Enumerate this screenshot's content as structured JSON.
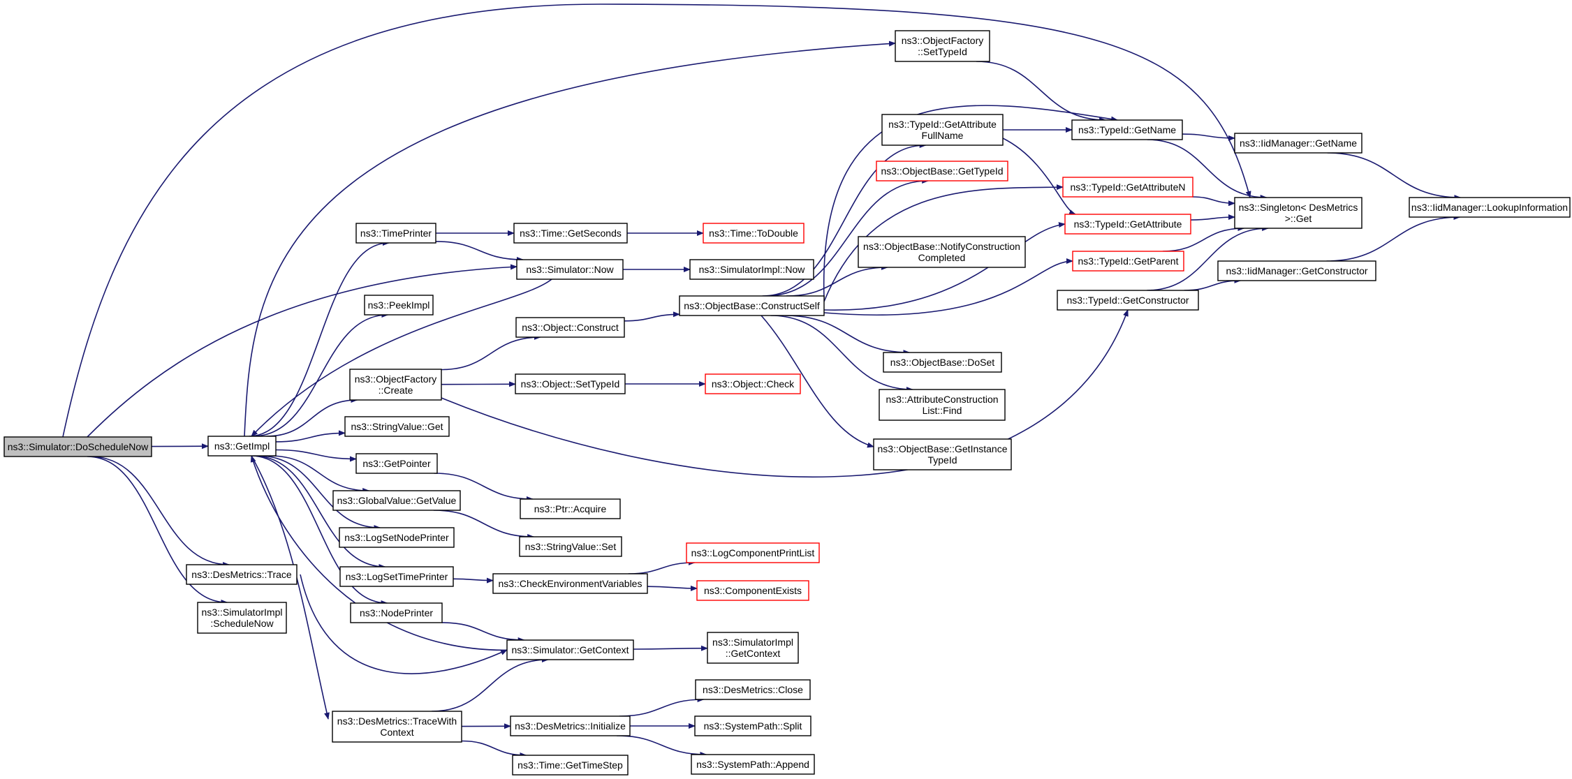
{
  "diagram": {
    "colors": {
      "edge": "#191970",
      "node_border": "#000000",
      "root_fill": "#bfbfbf",
      "truncated_border": "#ff0000",
      "background": "#ffffff"
    },
    "nodes": [
      {
        "id": "do_schedule_now",
        "lines": [
          "ns3::Simulator::DoScheduleNow"
        ],
        "style": "root"
      },
      {
        "id": "get_impl",
        "lines": [
          "ns3::GetImpl"
        ],
        "style": "normal"
      },
      {
        "id": "desmetrics_trace",
        "lines": [
          "ns3::DesMetrics::Trace"
        ],
        "style": "normal"
      },
      {
        "id": "simimpl_schedulenow",
        "lines": [
          "ns3::SimulatorImpl",
          ":ScheduleNow"
        ],
        "style": "normal"
      },
      {
        "id": "objfactory_settypeid",
        "lines": [
          "ns3::ObjectFactory",
          "::SetTypeId"
        ],
        "style": "normal"
      },
      {
        "id": "timeprinter",
        "lines": [
          "ns3::TimePrinter"
        ],
        "style": "normal"
      },
      {
        "id": "peekimpl",
        "lines": [
          "ns3::PeekImpl"
        ],
        "style": "normal"
      },
      {
        "id": "objfactory_create",
        "lines": [
          "ns3::ObjectFactory",
          "::Create"
        ],
        "style": "normal"
      },
      {
        "id": "stringvalue_get",
        "lines": [
          "ns3::StringValue::Get"
        ],
        "style": "normal"
      },
      {
        "id": "getpointer",
        "lines": [
          "ns3::GetPointer"
        ],
        "style": "normal"
      },
      {
        "id": "globalvalue_getvalue",
        "lines": [
          "ns3::GlobalValue::GetValue"
        ],
        "style": "normal"
      },
      {
        "id": "logsetnodeprinter",
        "lines": [
          "ns3::LogSetNodePrinter"
        ],
        "style": "normal"
      },
      {
        "id": "logsettimeprinter",
        "lines": [
          "ns3::LogSetTimePrinter"
        ],
        "style": "normal"
      },
      {
        "id": "nodeprinter",
        "lines": [
          "ns3::NodePrinter"
        ],
        "style": "normal"
      },
      {
        "id": "desmetrics_tracewithcontext",
        "lines": [
          "ns3::DesMetrics::TraceWith",
          "Context"
        ],
        "style": "normal"
      },
      {
        "id": "time_getseconds",
        "lines": [
          "ns3::Time::GetSeconds"
        ],
        "style": "normal"
      },
      {
        "id": "simulator_now",
        "lines": [
          "ns3::Simulator::Now"
        ],
        "style": "normal"
      },
      {
        "id": "object_construct",
        "lines": [
          "ns3::Object::Construct"
        ],
        "style": "normal"
      },
      {
        "id": "object_settypeid",
        "lines": [
          "ns3::Object::SetTypeId"
        ],
        "style": "normal"
      },
      {
        "id": "ptr_acquire",
        "lines": [
          "ns3::Ptr::Acquire"
        ],
        "style": "normal"
      },
      {
        "id": "stringvalue_set",
        "lines": [
          "ns3::StringValue::Set"
        ],
        "style": "normal"
      },
      {
        "id": "checkenvvars",
        "lines": [
          "ns3::CheckEnvironmentVariables"
        ],
        "style": "normal"
      },
      {
        "id": "simulator_getcontext",
        "lines": [
          "ns3::Simulator::GetContext"
        ],
        "style": "normal"
      },
      {
        "id": "desmetrics_initialize",
        "lines": [
          "ns3::DesMetrics::Initialize"
        ],
        "style": "normal"
      },
      {
        "id": "time_gettimestep",
        "lines": [
          "ns3::Time::GetTimeStep"
        ],
        "style": "normal"
      },
      {
        "id": "time_todouble",
        "lines": [
          "ns3::Time::ToDouble"
        ],
        "style": "truncated"
      },
      {
        "id": "simimpl_now",
        "lines": [
          "ns3::SimulatorImpl::Now"
        ],
        "style": "normal"
      },
      {
        "id": "objectbase_constructself",
        "lines": [
          "ns3::ObjectBase::ConstructSelf"
        ],
        "style": "normal"
      },
      {
        "id": "object_check",
        "lines": [
          "ns3::Object::Check"
        ],
        "style": "truncated"
      },
      {
        "id": "logcomponentprintlist",
        "lines": [
          "ns3::LogComponentPrintList"
        ],
        "style": "truncated"
      },
      {
        "id": "componentexists",
        "lines": [
          "ns3::ComponentExists"
        ],
        "style": "truncated"
      },
      {
        "id": "simimpl_getcontext",
        "lines": [
          "ns3::SimulatorImpl",
          "::GetContext"
        ],
        "style": "normal"
      },
      {
        "id": "desmetrics_close",
        "lines": [
          "ns3::DesMetrics::Close"
        ],
        "style": "normal"
      },
      {
        "id": "systempath_split",
        "lines": [
          "ns3::SystemPath::Split"
        ],
        "style": "normal"
      },
      {
        "id": "systempath_append",
        "lines": [
          "ns3::SystemPath::Append"
        ],
        "style": "normal"
      },
      {
        "id": "typeid_getattributefullname",
        "lines": [
          "ns3::TypeId::GetAttribute",
          "FullName"
        ],
        "style": "normal"
      },
      {
        "id": "objectbase_gettypeid",
        "lines": [
          "ns3::ObjectBase::GetTypeId"
        ],
        "style": "truncated"
      },
      {
        "id": "objectbase_notifyconstructioncompleted",
        "lines": [
          "ns3::ObjectBase::NotifyConstruction",
          "Completed"
        ],
        "style": "normal"
      },
      {
        "id": "objectbase_doset",
        "lines": [
          "ns3::ObjectBase::DoSet"
        ],
        "style": "normal"
      },
      {
        "id": "attributeconstructionlist_find",
        "lines": [
          "ns3::AttributeConstruction",
          "List::Find"
        ],
        "style": "normal"
      },
      {
        "id": "objectbase_getinstancetypeid",
        "lines": [
          "ns3::ObjectBase::GetInstance",
          "TypeId"
        ],
        "style": "normal"
      },
      {
        "id": "typeid_getname",
        "lines": [
          "ns3::TypeId::GetName"
        ],
        "style": "normal"
      },
      {
        "id": "typeid_getattributen",
        "lines": [
          "ns3::TypeId::GetAttributeN"
        ],
        "style": "truncated"
      },
      {
        "id": "typeid_getattribute",
        "lines": [
          "ns3::TypeId::GetAttribute"
        ],
        "style": "truncated"
      },
      {
        "id": "typeid_getparent",
        "lines": [
          "ns3::TypeId::GetParent"
        ],
        "style": "truncated"
      },
      {
        "id": "typeid_getconstructor",
        "lines": [
          "ns3::TypeId::GetConstructor"
        ],
        "style": "normal"
      },
      {
        "id": "iidmanager_getname",
        "lines": [
          "ns3::IidManager::GetName"
        ],
        "style": "normal"
      },
      {
        "id": "singleton_get",
        "lines": [
          "ns3::Singleton< DesMetrics",
          ">::Get"
        ],
        "style": "normal"
      },
      {
        "id": "iidmanager_getconstructor",
        "lines": [
          "ns3::IidManager::GetConstructor"
        ],
        "style": "normal"
      },
      {
        "id": "iidmanager_lookupinformation",
        "lines": [
          "ns3::IidManager::LookupInformation"
        ],
        "style": "normal"
      }
    ]
  }
}
